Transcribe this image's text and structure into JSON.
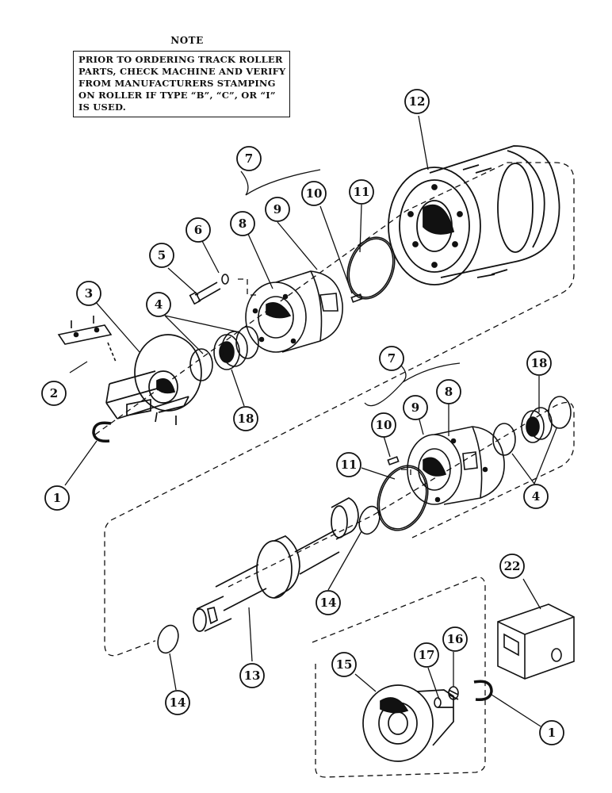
{
  "note": {
    "title": "NOTE",
    "lines": [
      "PRIOR TO ORDERING TRACK ROLLER",
      "PARTS, CHECK MACHINE AND VERIFY",
      "FROM MANUFACTURERS STAMPING",
      "ON ROLLER IF TYPE “B”, “C”, OR “I”",
      "IS USED."
    ]
  },
  "callouts": [
    "1",
    "2",
    "3",
    "4",
    "5",
    "6",
    "7",
    "8",
    "9",
    "10",
    "11",
    "12",
    "13",
    "14",
    "15",
    "16",
    "17",
    "18",
    "22"
  ],
  "colors": {
    "ink": "#111111",
    "paper": "#ffffff"
  }
}
